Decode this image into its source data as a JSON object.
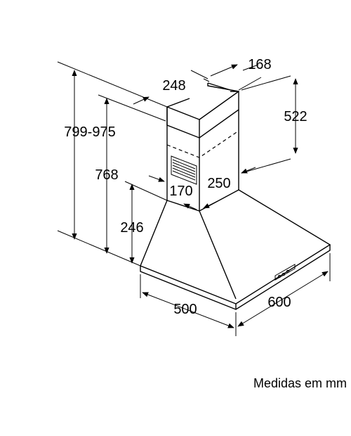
{
  "dimensions": {
    "overall_height": "799-975",
    "body_height": "768",
    "canopy_height": "246",
    "chimney_height": "522",
    "chimney_depth_top": "248",
    "chimney_width_top": "168",
    "chimney_depth_bottom": "170",
    "chimney_width_bottom": "250",
    "hood_depth": "500",
    "hood_width": "600"
  },
  "caption": "Medidas em mm"
}
